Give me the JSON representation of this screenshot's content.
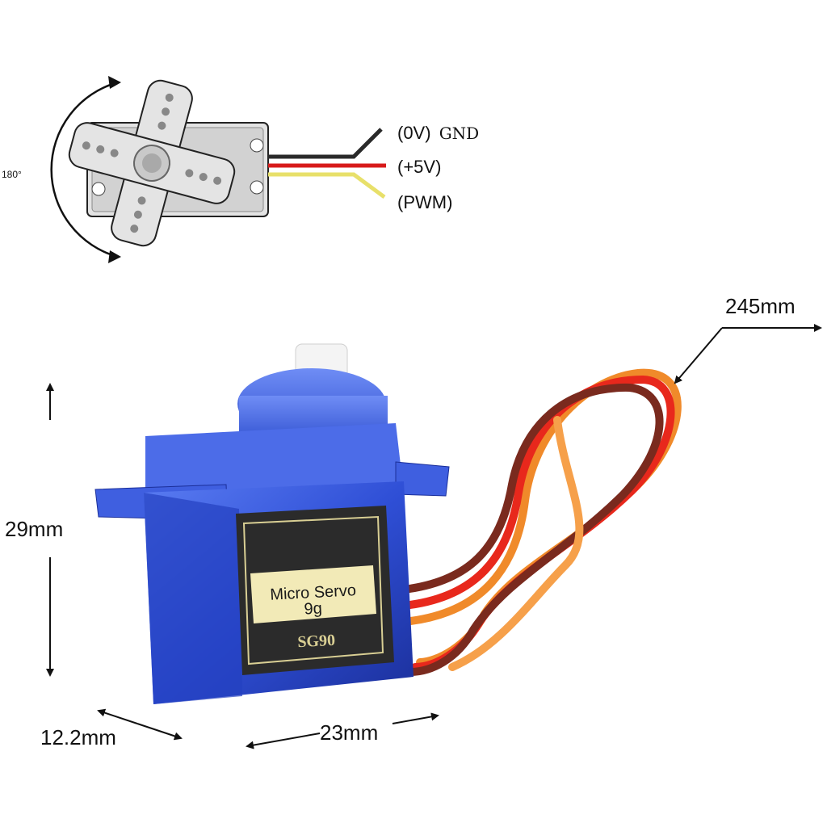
{
  "rotation": {
    "angle_label": "180°"
  },
  "pinout": {
    "gnd_label": "(0V)",
    "gnd_name": "GND",
    "vcc_label": "(+5V)",
    "signal_label": "(PWM)"
  },
  "wire_colors": {
    "gnd": "#2a2a2a",
    "vcc": "#d71a1a",
    "signal": "#e8e06a"
  },
  "product": {
    "label_line1": "Micro Servo",
    "label_line2": "9g",
    "model": "SG90",
    "body_color": "#2f4fd6",
    "plate_color": "#2b2b2b",
    "plate_text_bg": "#f2eab7"
  },
  "dimensions": {
    "cable_length": "245mm",
    "height": "29mm",
    "depth": "12.2mm",
    "width": "23mm"
  }
}
